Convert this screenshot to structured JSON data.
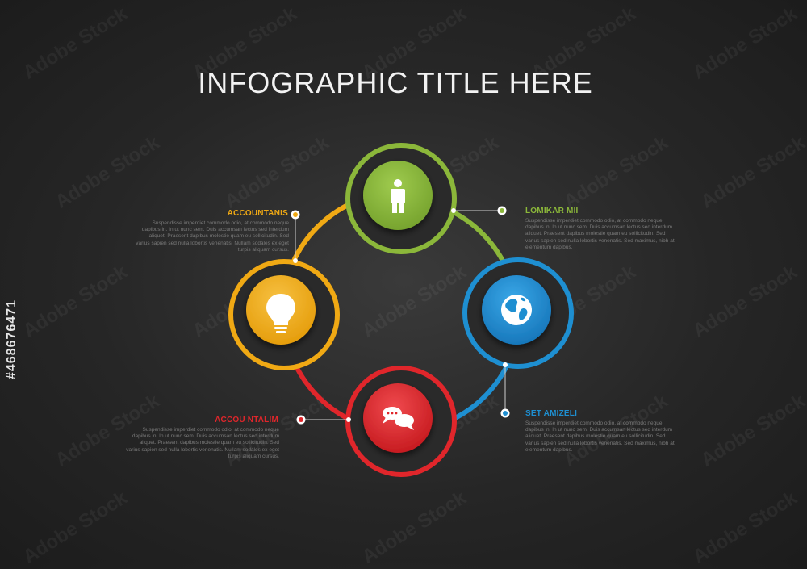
{
  "title": "INFOGRAPHIC TITLE HERE",
  "watermark_text": "Adobe Stock",
  "stock_id": "#468676471",
  "steps": [
    {
      "label": "ACCOUNTANIS",
      "color": "#f0a914",
      "icon": "lightbulb-icon",
      "description": "Suspendisse imperdiet commodo odio, at commodo neque dapibus in. In ut nunc sem. Duis accumsan lectus sed interdum aliquet. Praesent dapibus molestie quam eu sollicitudin. Sed varius sapien sed nulla lobortis venenatis. Nullam sodales ex eget turpis aliquam cursus."
    },
    {
      "label": "LOMIKAR MII",
      "color": "#8bb73a",
      "icon": "person-icon",
      "description": "Suspendisse imperdiet commodo odio, at commodo neque dapibus in. In ut nunc sem. Duis accumsan lectus sed interdum aliquet. Praesent dapibus molestie quam eu sollicitudin. Sed varius sapien sed nulla lobortis venenatis. Sed maximus, nibh at elementum dapibus."
    },
    {
      "label": "SET AMIZELI",
      "color": "#1e8fd1",
      "icon": "globe-icon",
      "description": "Suspendisse imperdiet commodo odio, at commodo neque dapibus in. In ut nunc sem. Duis accumsan lectus sed interdum aliquet. Praesent dapibus molestie quam eu sollicitudin. Sed varius sapien sed nulla lobortis venenatis. Sed maximus, nibh at elementum dapibus."
    },
    {
      "label": "ACCOU NTALIM",
      "color": "#e0262b",
      "icon": "speech-bubbles-icon",
      "description": "Suspendisse imperdiet commodo odio, at commodo neque dapibus in. In ut nunc sem. Duis accumsan lectus sed interdum aliquet. Praesent dapibus molestie quam eu sollicitudin. Sed varius sapien sed nulla lobortis venenatis. Nullam sodales ex eget turpis aliquam cursus."
    }
  ]
}
